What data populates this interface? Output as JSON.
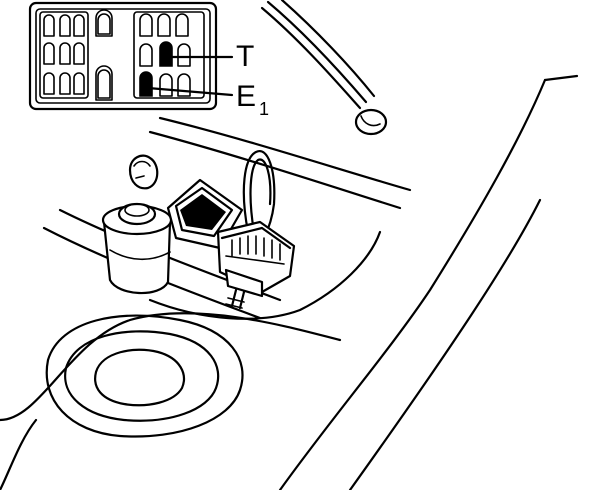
{
  "labels": {
    "terminal_t": "T",
    "terminal_e_main": "E",
    "terminal_e_sub": "1"
  },
  "colors": {
    "line": "#000000",
    "background": "#ffffff"
  }
}
